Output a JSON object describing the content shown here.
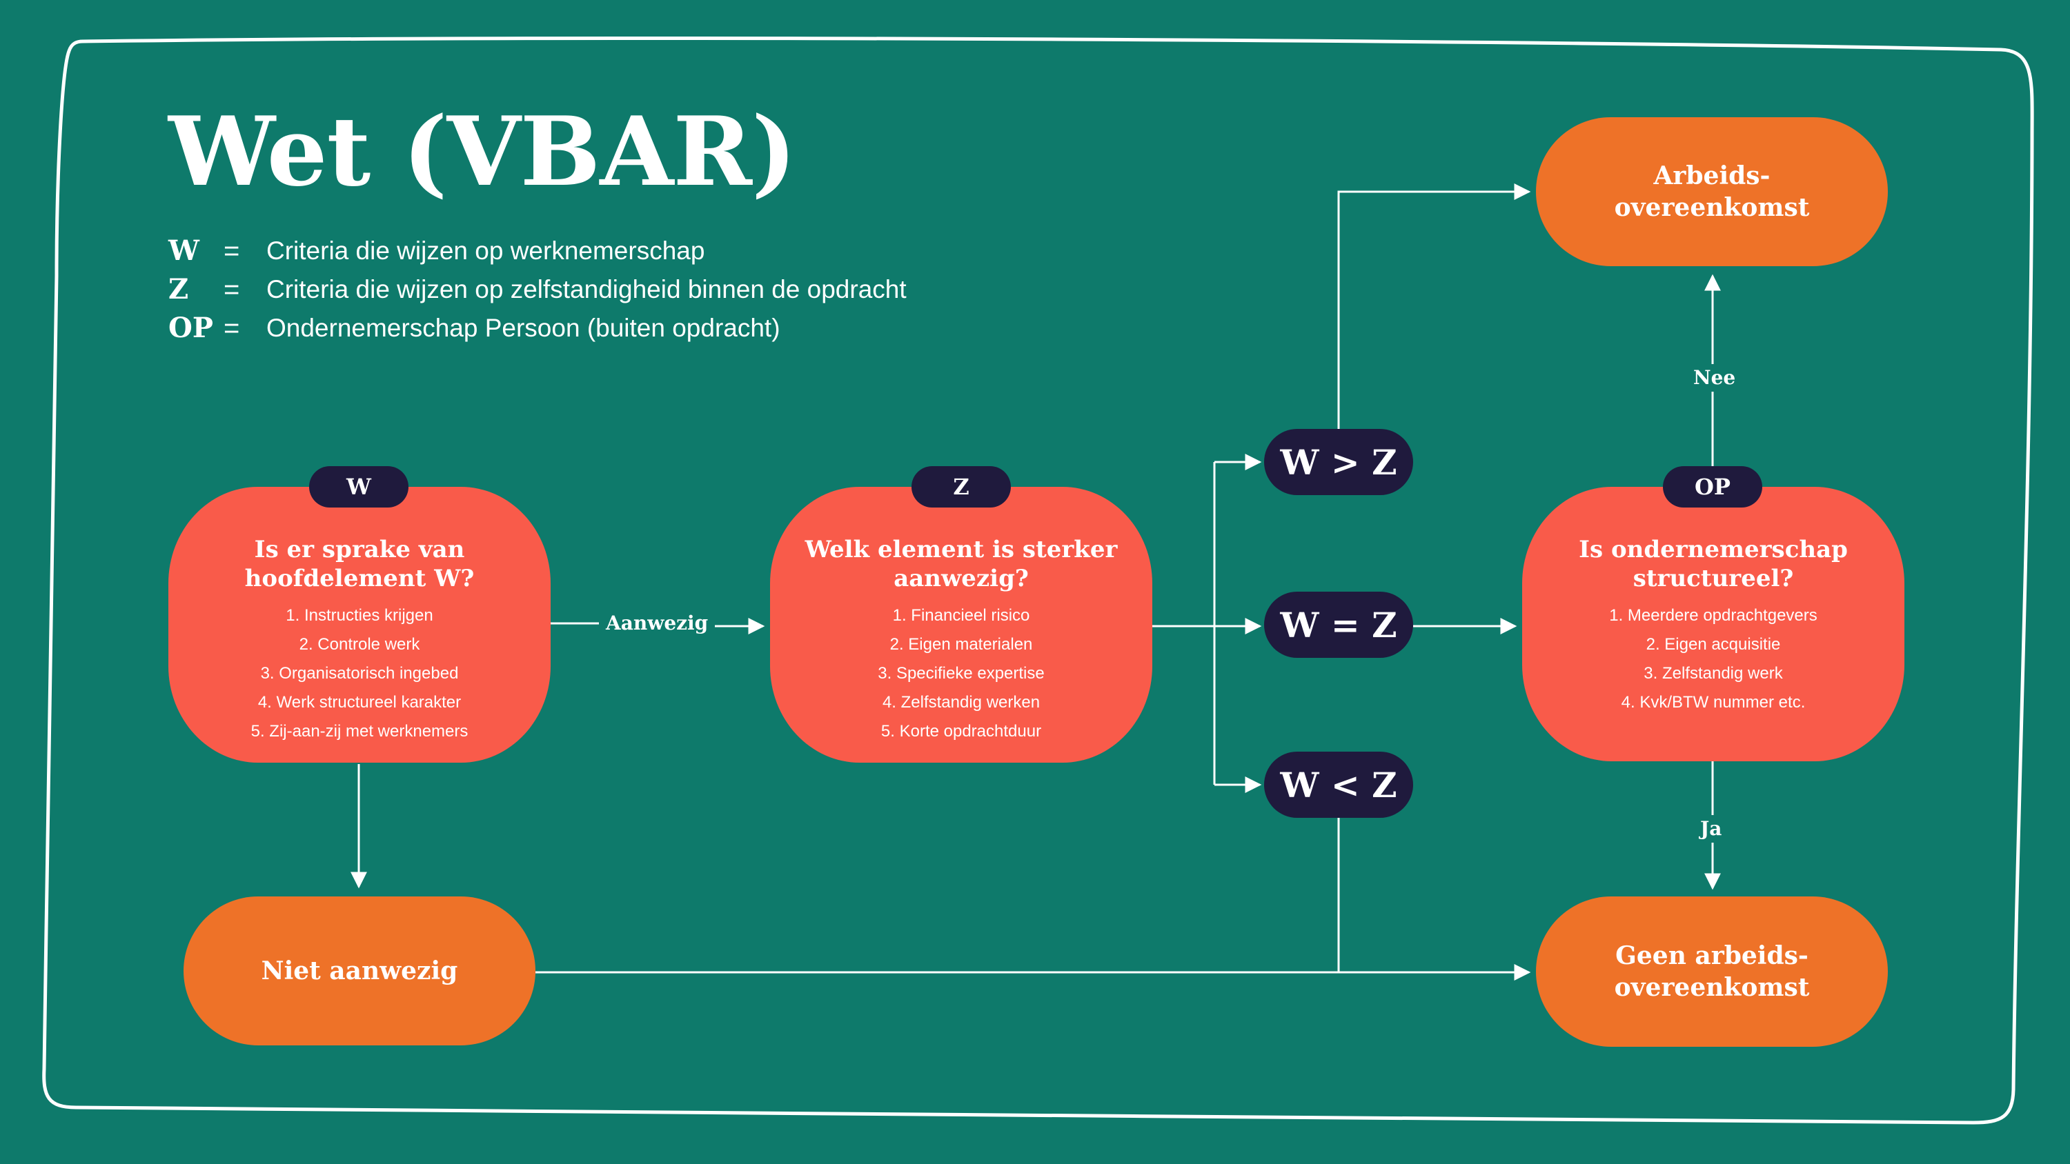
{
  "title": "Wet (VBAR)",
  "legend": [
    {
      "key": "W",
      "eq": "=",
      "text": "Criteria die wijzen op werknemerschap"
    },
    {
      "key": "Z",
      "eq": "=",
      "text": "Criteria die wijzen op zelfstandigheid binnen de opdracht"
    },
    {
      "key": "OP",
      "eq": "=",
      "text": "Ondernemerschap Persoon (buiten opdracht)"
    }
  ],
  "nodes": {
    "w": {
      "tag": "W",
      "title": "Is er sprake van hoofdelement W?",
      "items": [
        "1. Instructies krijgen",
        "2. Controle werk",
        "3. Organisatorisch ingebed",
        "4. Werk structureel karakter",
        "5. Zij-aan-zij met werknemers"
      ]
    },
    "z": {
      "tag": "Z",
      "title": "Welk element is sterker aanwezig?",
      "items": [
        "1. Financieel risico",
        "2. Eigen materialen",
        "3. Specifieke expertise",
        "4. Zelfstandig werken",
        "5. Korte opdrachtduur"
      ]
    },
    "op": {
      "tag": "OP",
      "title": "Is ondernemerschap structureel?",
      "items": [
        "1. Meerdere opdrachtgevers",
        "2. Eigen acquisitie",
        "3. Zelfstandig werk",
        "4. Kvk/BTW nummer etc."
      ]
    },
    "niet_aanwezig": "Niet aanwezig",
    "arbeids": "Arbeids-\novereenkomst",
    "geen_arbeids": "Geen arbeids-\novereenkomst",
    "w_gt_z": "W > Z",
    "w_eq_z": "W = Z",
    "w_lt_z": "W < Z"
  },
  "edge_labels": {
    "aanwezig": "Aanwezig",
    "nee": "Nee",
    "ja": "Ja"
  },
  "colors": {
    "background": "#0e7a6b",
    "question_node": "#f95b4a",
    "outcome_node": "#ee7228",
    "tag_node": "#1f1a3d",
    "line": "#ffffff"
  }
}
